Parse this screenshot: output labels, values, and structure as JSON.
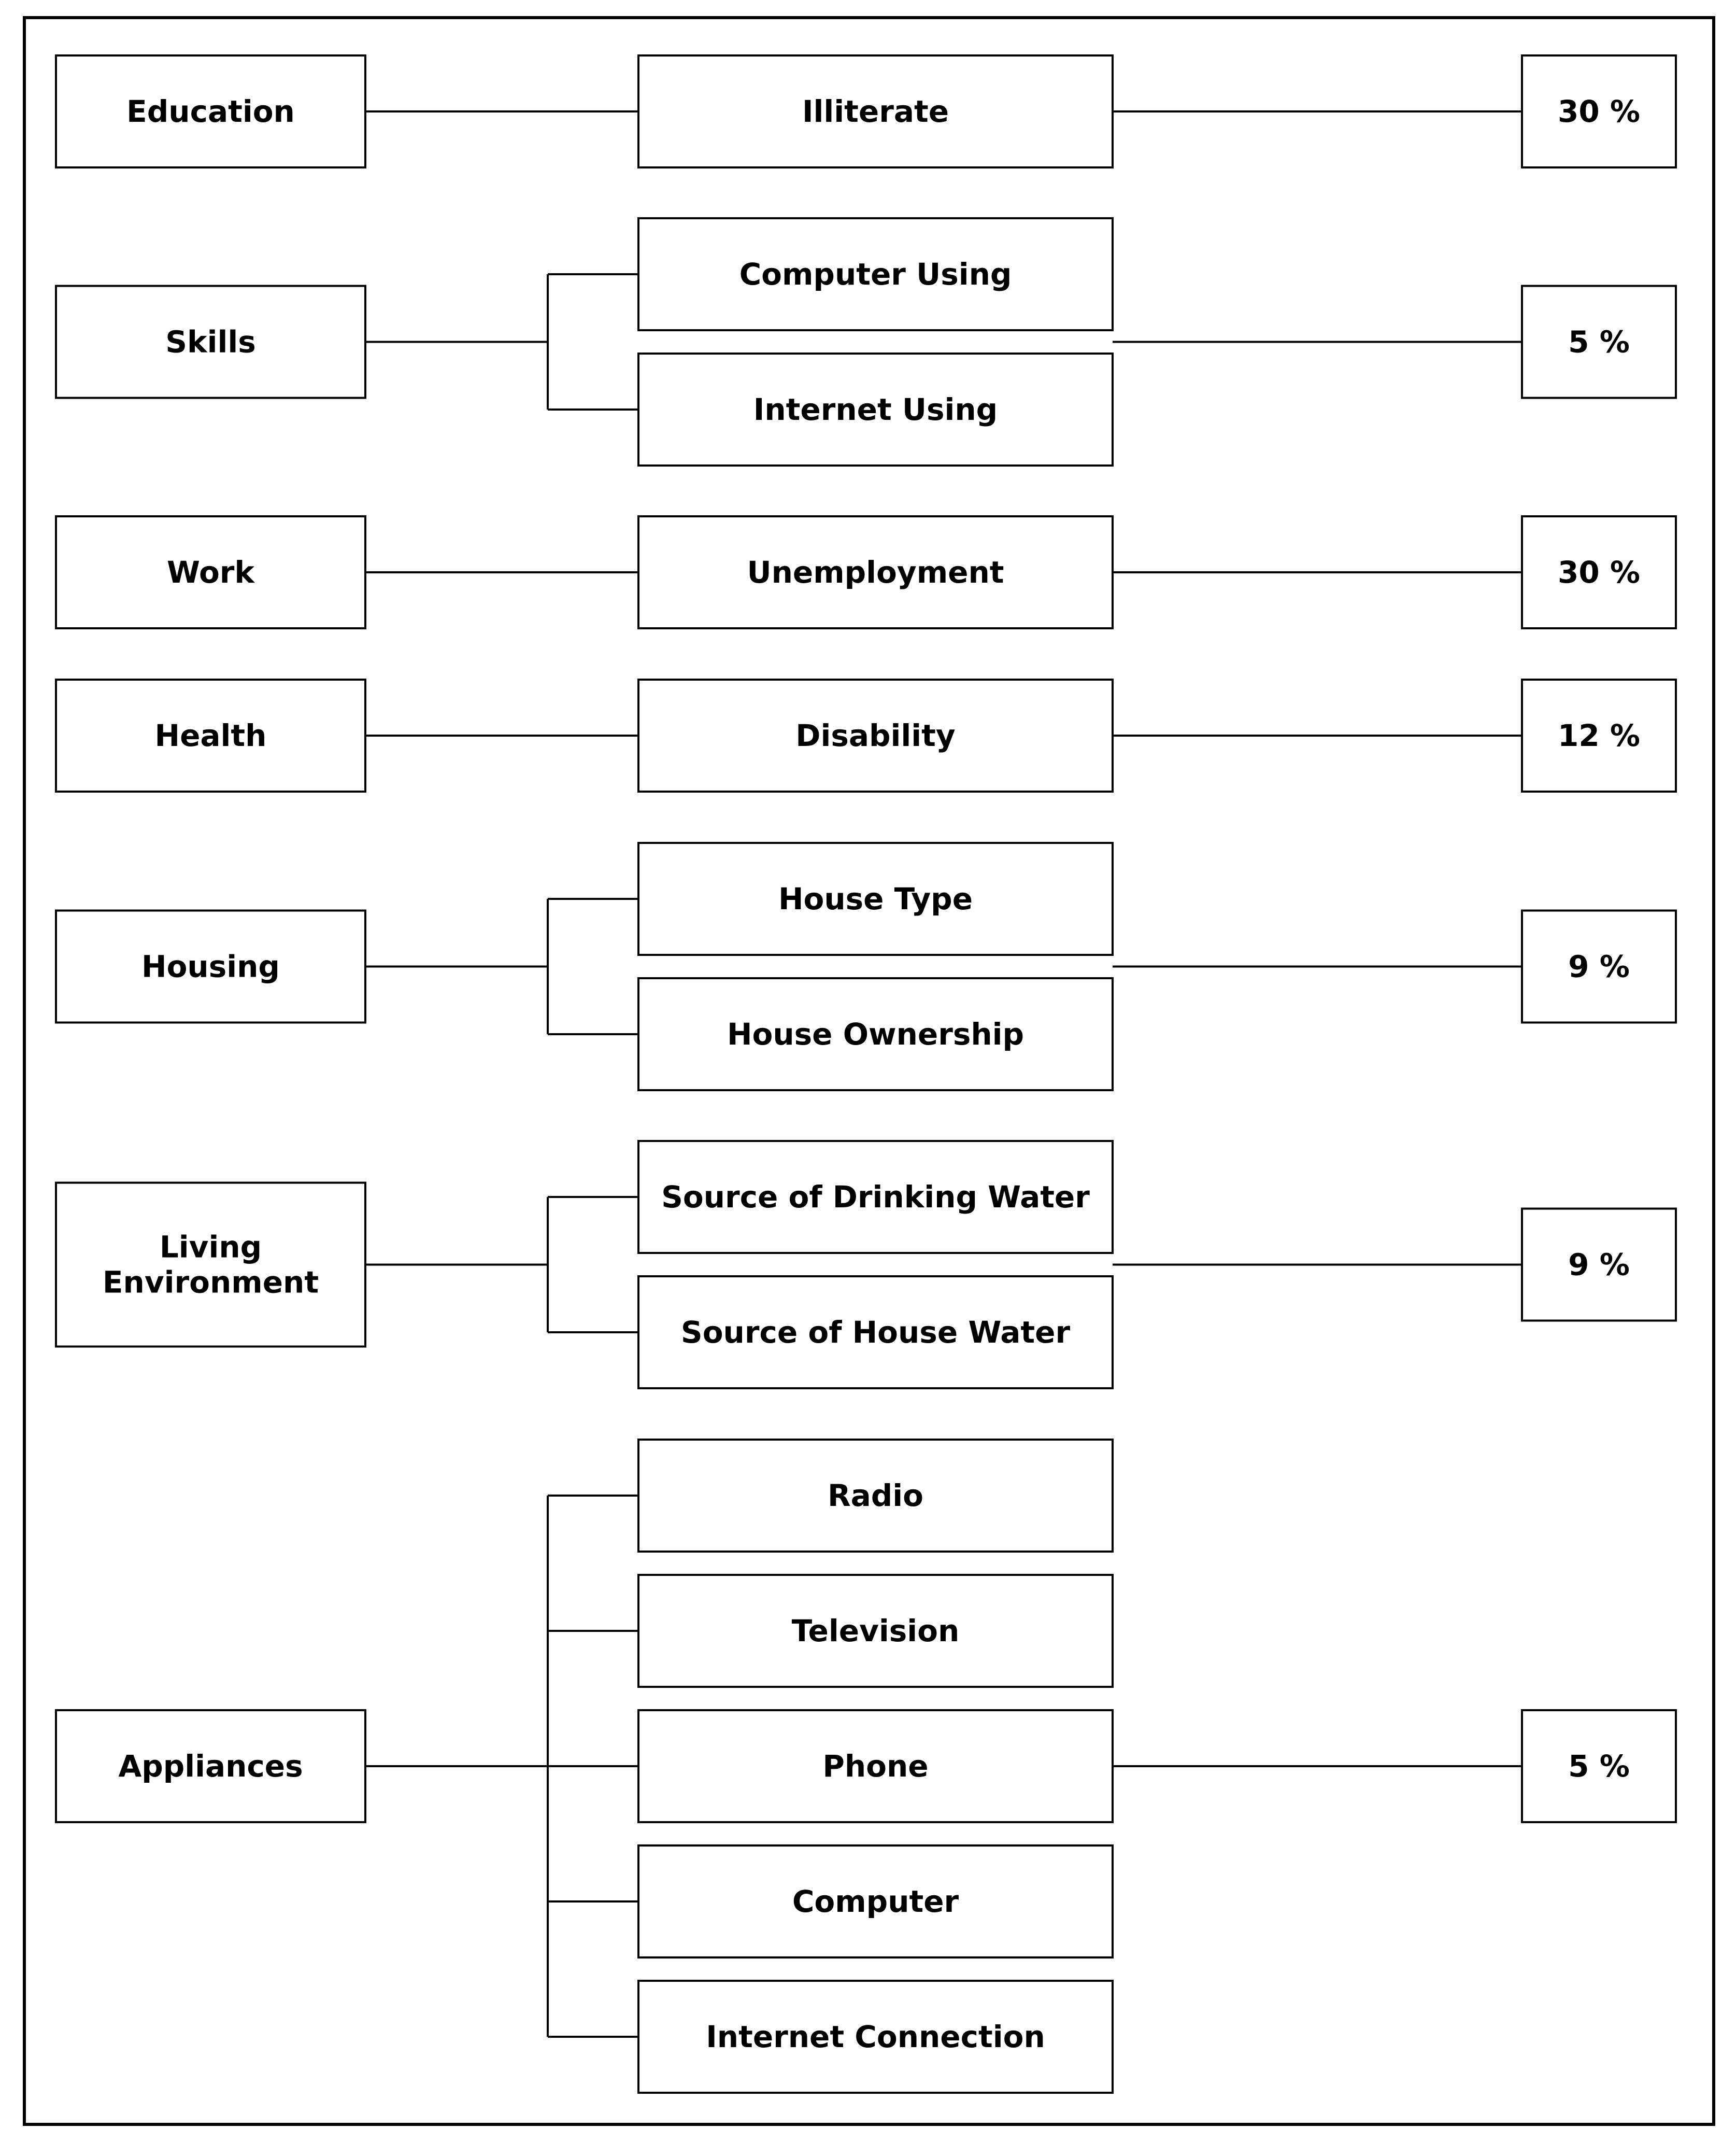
{
  "rows": [
    {
      "category": [
        "Education"
      ],
      "indicators": [
        "Illiterate"
      ],
      "weight": "30 %"
    },
    {
      "category": [
        "Skills"
      ],
      "indicators": [
        "Computer Using",
        "Internet Using"
      ],
      "weight": "5 %"
    },
    {
      "category": [
        "Work"
      ],
      "indicators": [
        "Unemployment"
      ],
      "weight": "30 %"
    },
    {
      "category": [
        "Health"
      ],
      "indicators": [
        "Disability"
      ],
      "weight": "12 %"
    },
    {
      "category": [
        "Housing"
      ],
      "indicators": [
        "House Type",
        "House Ownership"
      ],
      "weight": "9 %"
    },
    {
      "category": [
        "Living",
        "Environment"
      ],
      "indicators": [
        "Source of Drinking Water",
        "Source of House Water"
      ],
      "weight": "9 %"
    },
    {
      "category": [
        "Appliances"
      ],
      "indicators": [
        "Radio",
        "Television",
        "Phone",
        "Computer",
        "Internet Connection"
      ],
      "weight": "5 %"
    }
  ]
}
